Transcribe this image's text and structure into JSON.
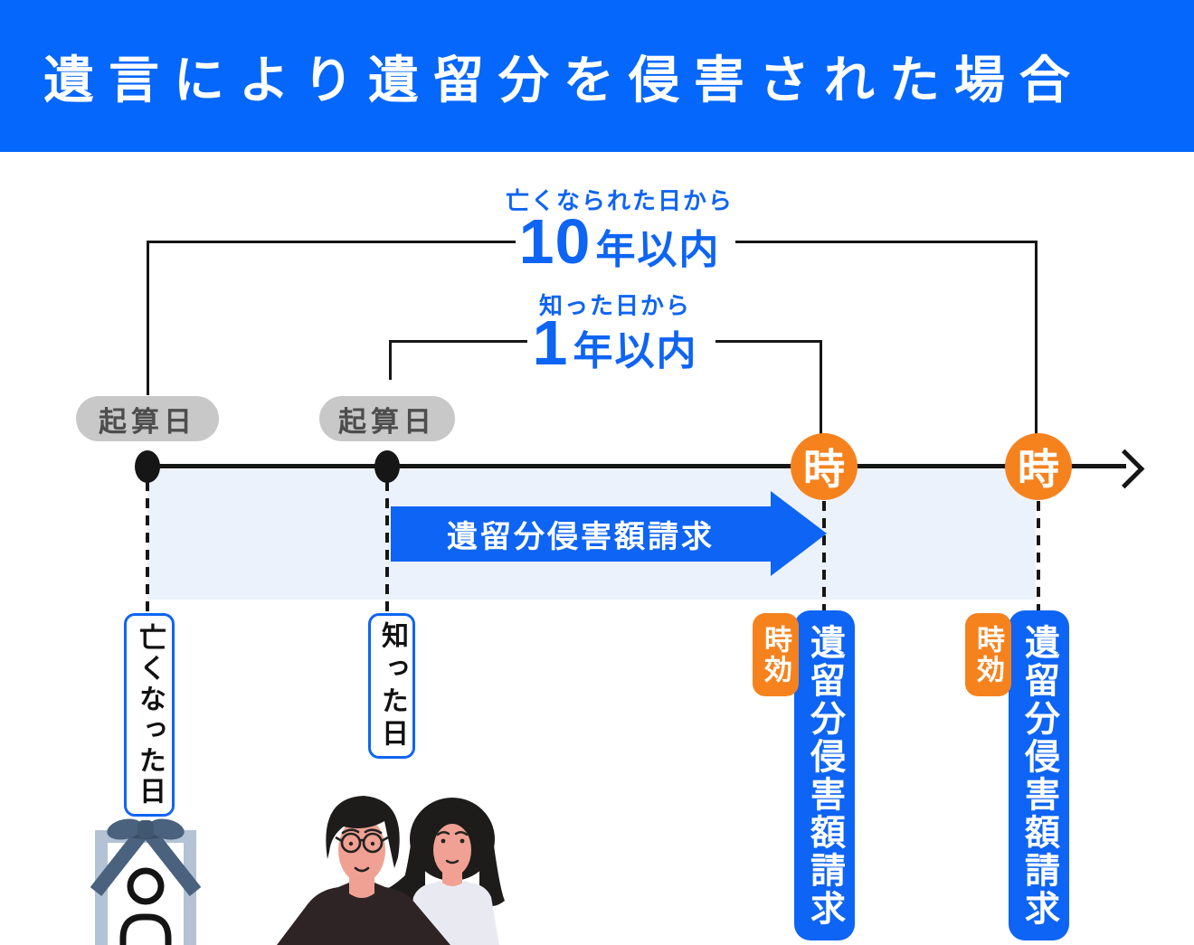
{
  "colors": {
    "header_blue": "#0567FC",
    "accent_blue": "#0E64F4",
    "orange": "#F6821E",
    "light_band": "#ECF2FB",
    "gray_pill": "#C8C8C8",
    "line_black": "#161616"
  },
  "header": {
    "title": "遺言により遺留分を侵害された場合"
  },
  "periods": [
    {
      "caption": "亡くなられた日から",
      "value": "10",
      "unit": "年以内"
    },
    {
      "caption": "知った日から",
      "value": "1",
      "unit": "年以内"
    }
  ],
  "start_markers": [
    {
      "label": "起算日"
    },
    {
      "label": "起算日"
    }
  ],
  "claim_arrow": {
    "label": "遺留分侵害額請求"
  },
  "deadlines": [
    {
      "point": "時",
      "badge": "時効",
      "claim": "遺留分侵害額請求"
    },
    {
      "point": "時",
      "badge": "時効",
      "claim": "遺留分侵害額請求"
    }
  ],
  "events": [
    {
      "label": "亡くなった日"
    },
    {
      "label": "知った日"
    }
  ],
  "illustrations": {
    "memorial_photo": "memorial-photo-icon",
    "couple": "couple-icon"
  }
}
